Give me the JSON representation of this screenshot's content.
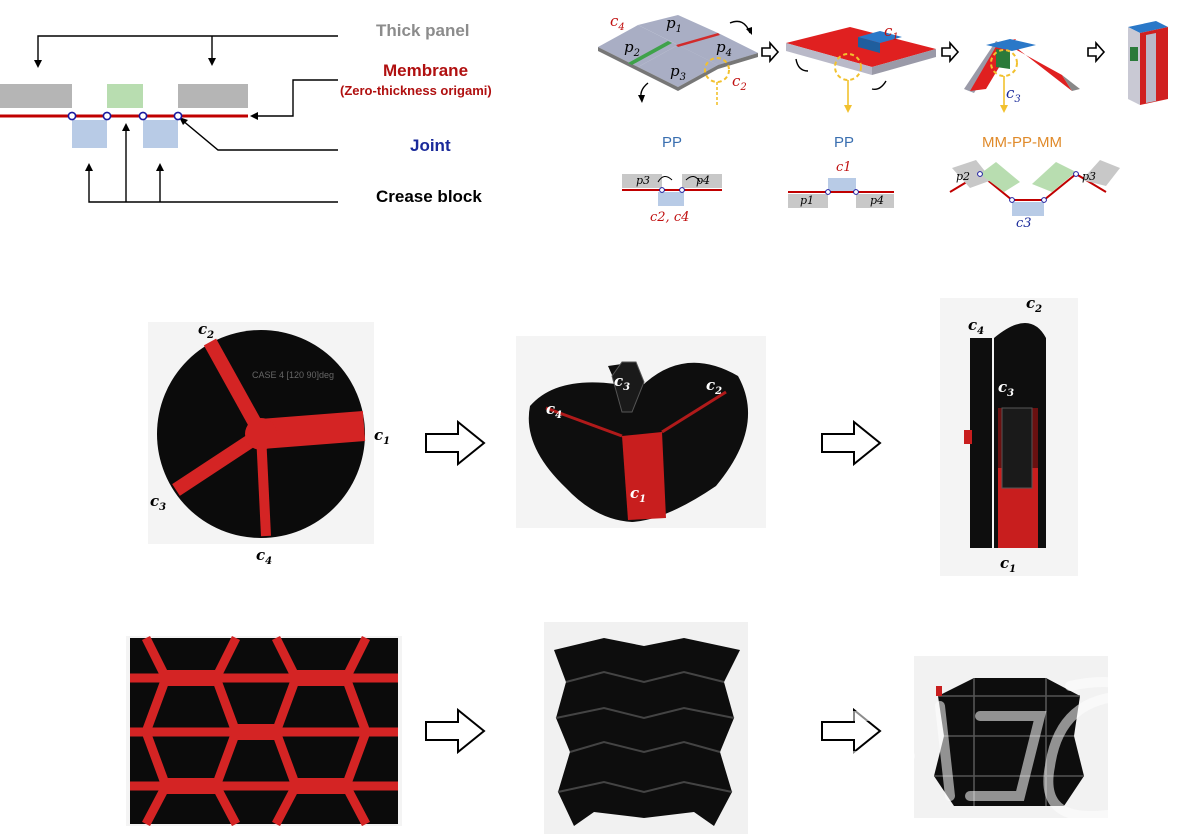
{
  "legend": {
    "thick_panel": "Thick panel",
    "membrane": "Membrane",
    "membrane_sub": "(Zero-thickness origami)",
    "joint": "Joint",
    "crease_block": "Crease block"
  },
  "steps": {
    "labels": [
      "PP",
      "PP",
      "MM-PP-MM"
    ],
    "step1": {
      "p1": "p",
      "p2": "p",
      "p3": "p",
      "p4": "p",
      "c4": "c",
      "c2": "c"
    },
    "step2": {
      "c1": "c"
    },
    "step3": {
      "c3": "c"
    }
  },
  "crease_labels": {
    "c1": "1",
    "c2": "2",
    "c3": "3",
    "c4": "4"
  },
  "mini_diagrams": {
    "d1_left": "p3",
    "d1_right": "p4",
    "d1_bottom": "c2, c4",
    "d2_top": "c1",
    "d2_left": "p1",
    "d2_right": "p4",
    "d3_left": "p2",
    "d3_right": "p3",
    "d3_bottom": "c3"
  },
  "photo_text": {
    "disk_engraving": "CASE 4 [120 90]deg"
  },
  "colors": {
    "membrane": "#c00000",
    "panel": "#b5b5b5",
    "joint": "#b8cbe6",
    "green_block": "#b8ddb0",
    "pp_label": "#3a6fb0",
    "mm_label": "#e08a2a",
    "ball": "#f2c12e"
  }
}
